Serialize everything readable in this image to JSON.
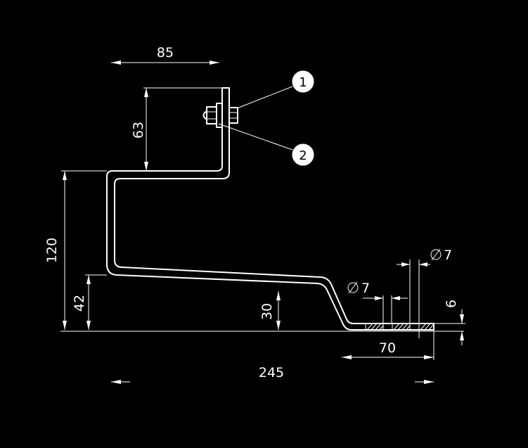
{
  "drawing": {
    "background": "#000000",
    "line_color": "#ffffff",
    "dimensions": {
      "top_width": "85",
      "top_height": "63",
      "mid_height": "120",
      "lower_height": "42",
      "slope_height": "30",
      "hole_left": "7",
      "hole_right": "7",
      "plate_thickness": "6",
      "hole_spacing": "70",
      "overall_length": "245"
    },
    "balloons": [
      {
        "number": "1"
      },
      {
        "number": "2"
      }
    ]
  }
}
